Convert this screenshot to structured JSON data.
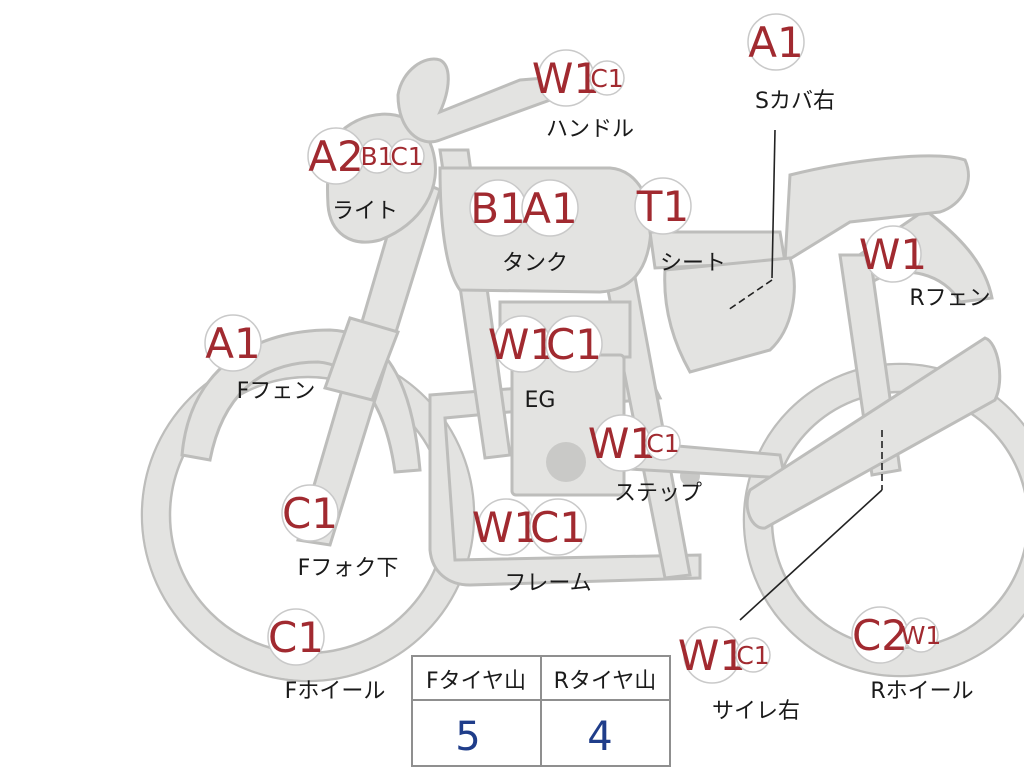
{
  "parts": [
    {
      "id": "handle",
      "label": "ハンドル",
      "codes": [
        "W1",
        "C1"
      ]
    },
    {
      "id": "s-cover-right",
      "label": "Sカバ右",
      "codes": [
        "A1"
      ]
    },
    {
      "id": "light",
      "label": "ライト",
      "codes": [
        "A2",
        "B1",
        "C1"
      ]
    },
    {
      "id": "tank",
      "label": "タンク",
      "codes": [
        "B1",
        "A1"
      ]
    },
    {
      "id": "seat",
      "label": "シート",
      "codes": [
        "T1"
      ]
    },
    {
      "id": "r-fender",
      "label": "Rフェン",
      "codes": [
        "W1"
      ]
    },
    {
      "id": "f-fender",
      "label": "Fフェン",
      "codes": [
        "A1"
      ]
    },
    {
      "id": "engine",
      "label": "EG",
      "codes": [
        "W1",
        "C1"
      ]
    },
    {
      "id": "step",
      "label": "ステップ",
      "codes": [
        "W1",
        "C1"
      ]
    },
    {
      "id": "f-fork-lower",
      "label": "Fフォク下",
      "codes": [
        "C1"
      ]
    },
    {
      "id": "frame",
      "label": "フレーム",
      "codes": [
        "W1",
        "C1"
      ]
    },
    {
      "id": "f-wheel",
      "label": "Fホイール",
      "codes": [
        "C1"
      ]
    },
    {
      "id": "silencer-right",
      "label": "サイレ右",
      "codes": [
        "W1",
        "C1"
      ]
    },
    {
      "id": "r-wheel",
      "label": "Rホイール",
      "codes": [
        "C2",
        "W1"
      ]
    }
  ],
  "tread_table": {
    "headers": [
      "Fタイヤ山",
      "Rタイヤ山"
    ],
    "values": [
      "5",
      "4"
    ]
  }
}
